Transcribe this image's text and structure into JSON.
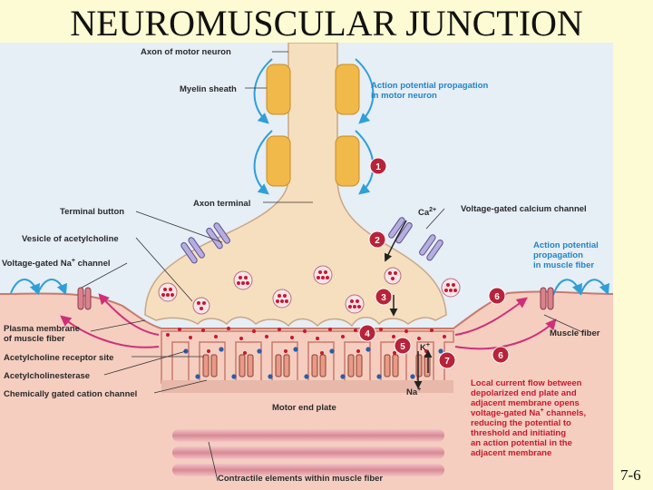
{
  "title": "NEUROMUSCULAR JUNCTION",
  "slide_number": "7-6",
  "labels": {
    "axon_of_motor_neuron": "Axon of motor neuron",
    "myelin_sheath": "Myelin sheath",
    "action_potential_motor_1": "Action potential propagation",
    "action_potential_motor_2": "in motor neuron",
    "axon_terminal": "Axon terminal",
    "terminal_button": "Terminal button",
    "ca": "Ca",
    "ca_sup": "2+",
    "voltage_gated_calcium": "Voltage-gated calcium channel",
    "vesicle_acetylcholine": "Vesicle of acetylcholine",
    "voltage_gated_na": "Voltage-gated Na",
    "voltage_gated_na_sup": "+",
    "voltage_gated_na_end": " channel",
    "action_potential_muscle_1": "Action potential",
    "action_potential_muscle_2": "propagation",
    "action_potential_muscle_3": "in muscle fiber",
    "plasma_membrane_1": "Plasma membrane",
    "plasma_membrane_2": "of muscle fiber",
    "muscle_fiber": "Muscle fiber",
    "ach_receptor_site": "Acetylcholine receptor site",
    "acetylcholinesterase": "Acetylcholinesterase",
    "chemically_gated": "Chemically gated cation channel",
    "k": "K",
    "k_sup": "+",
    "na": "Na",
    "na_sup": "+",
    "motor_end_plate": "Motor end plate",
    "local_current_1": "Local current flow between",
    "local_current_2": "depolarized end plate and",
    "local_current_3": "adjacent membrane opens",
    "local_current_4": "voltage-gated Na",
    "local_current_4_sup": "+",
    "local_current_4_end": " channels,",
    "local_current_5": "reducing the potential to",
    "local_current_6": "threshold and initiating",
    "local_current_7": "an action potential in the",
    "local_current_8": "adjacent membrane",
    "contractile": "Contractile elements within muscle fiber"
  },
  "steps": {
    "s1": "1",
    "s2": "2",
    "s3": "3",
    "s4": "4",
    "s5": "5",
    "s6a": "6",
    "s6b": "6",
    "s7": "7"
  },
  "colors": {
    "background": "#fdfbd3",
    "panel": "#e6eef6",
    "neuron": "#f6dfbf",
    "myelin": "#f1b84a",
    "muscle": "#f5cec0",
    "arrow_blue": "#2f9fd8",
    "arrow_magenta": "#cf2f78",
    "step_red": "#b8233a",
    "ach_dot": "#c8182e",
    "enzyme_blue": "#2b5ca8"
  }
}
